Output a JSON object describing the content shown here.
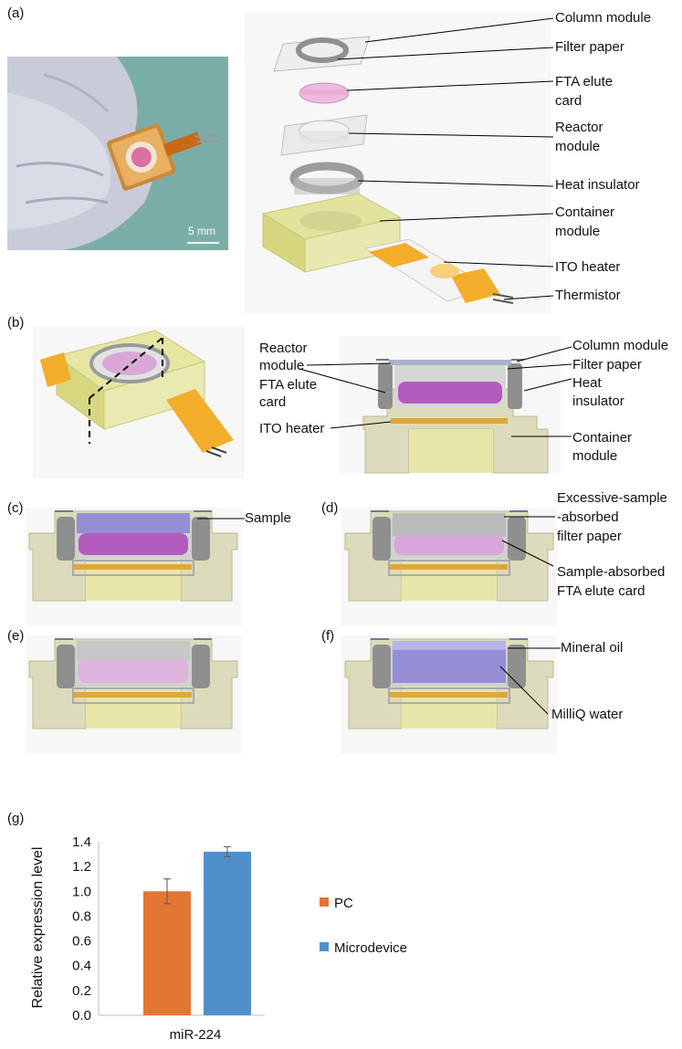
{
  "figure": {
    "panels": {
      "a": "(a)",
      "b": "(b)",
      "c": "(c)",
      "d": "(d)",
      "e": "(e)",
      "f": "(f)",
      "g": "(g)"
    },
    "a": {
      "scale_bar": "5 mm",
      "labels": {
        "column_module": "Column module",
        "filter_paper": "Filter paper",
        "fta_1": "FTA elute",
        "fta_2": "card",
        "reactor_1": "Reactor",
        "reactor_2": "module",
        "heat_insulator": "Heat insulator",
        "container_1": "Container",
        "container_2": "module",
        "ito_heater": "ITO heater",
        "thermistor": "Thermistor"
      }
    },
    "b": {
      "labels": {
        "reactor_1": "Reactor",
        "reactor_2": "module",
        "fta_1": "FTA elute",
        "fta_2": "card",
        "ito_heater": "ITO heater",
        "column_module": "Column module",
        "filter_paper": "Filter paper",
        "heat_1": "Heat",
        "heat_2": "insulator",
        "container_1": "Container",
        "container_2": "module"
      }
    },
    "c": {
      "sample": "Sample"
    },
    "d": {
      "excess_1": "Excessive-sample",
      "excess_2": "-absorbed",
      "excess_3": "filter paper",
      "absorbed_1": "Sample-absorbed",
      "absorbed_2": "FTA elute card"
    },
    "f": {
      "mineral_oil": "Mineral oil",
      "milliq": "MilliQ water"
    }
  },
  "colors": {
    "pc": "#e37633",
    "microdevice": "#4f90cb",
    "container": "#dcdcbc",
    "heater_fill": "#e7e6a8",
    "pink": "#b660c0",
    "blue_liquid": "#8a82d6",
    "ito": "#e0a73a"
  },
  "chart_data": {
    "type": "bar",
    "categories": [
      "miR-224"
    ],
    "series": [
      {
        "name": "PC",
        "values": [
          1.0
        ],
        "error": [
          0.1
        ]
      },
      {
        "name": "Microdevice",
        "values": [
          1.32
        ],
        "error": [
          0.04
        ]
      }
    ],
    "ylabel": "Relative expression level",
    "ylim": [
      0,
      1.4
    ],
    "yticks": [
      "0.0",
      "0.2",
      "0.4",
      "0.6",
      "0.8",
      "1.0",
      "1.2",
      "1.4"
    ],
    "legend_position": "right",
    "grid": false
  }
}
